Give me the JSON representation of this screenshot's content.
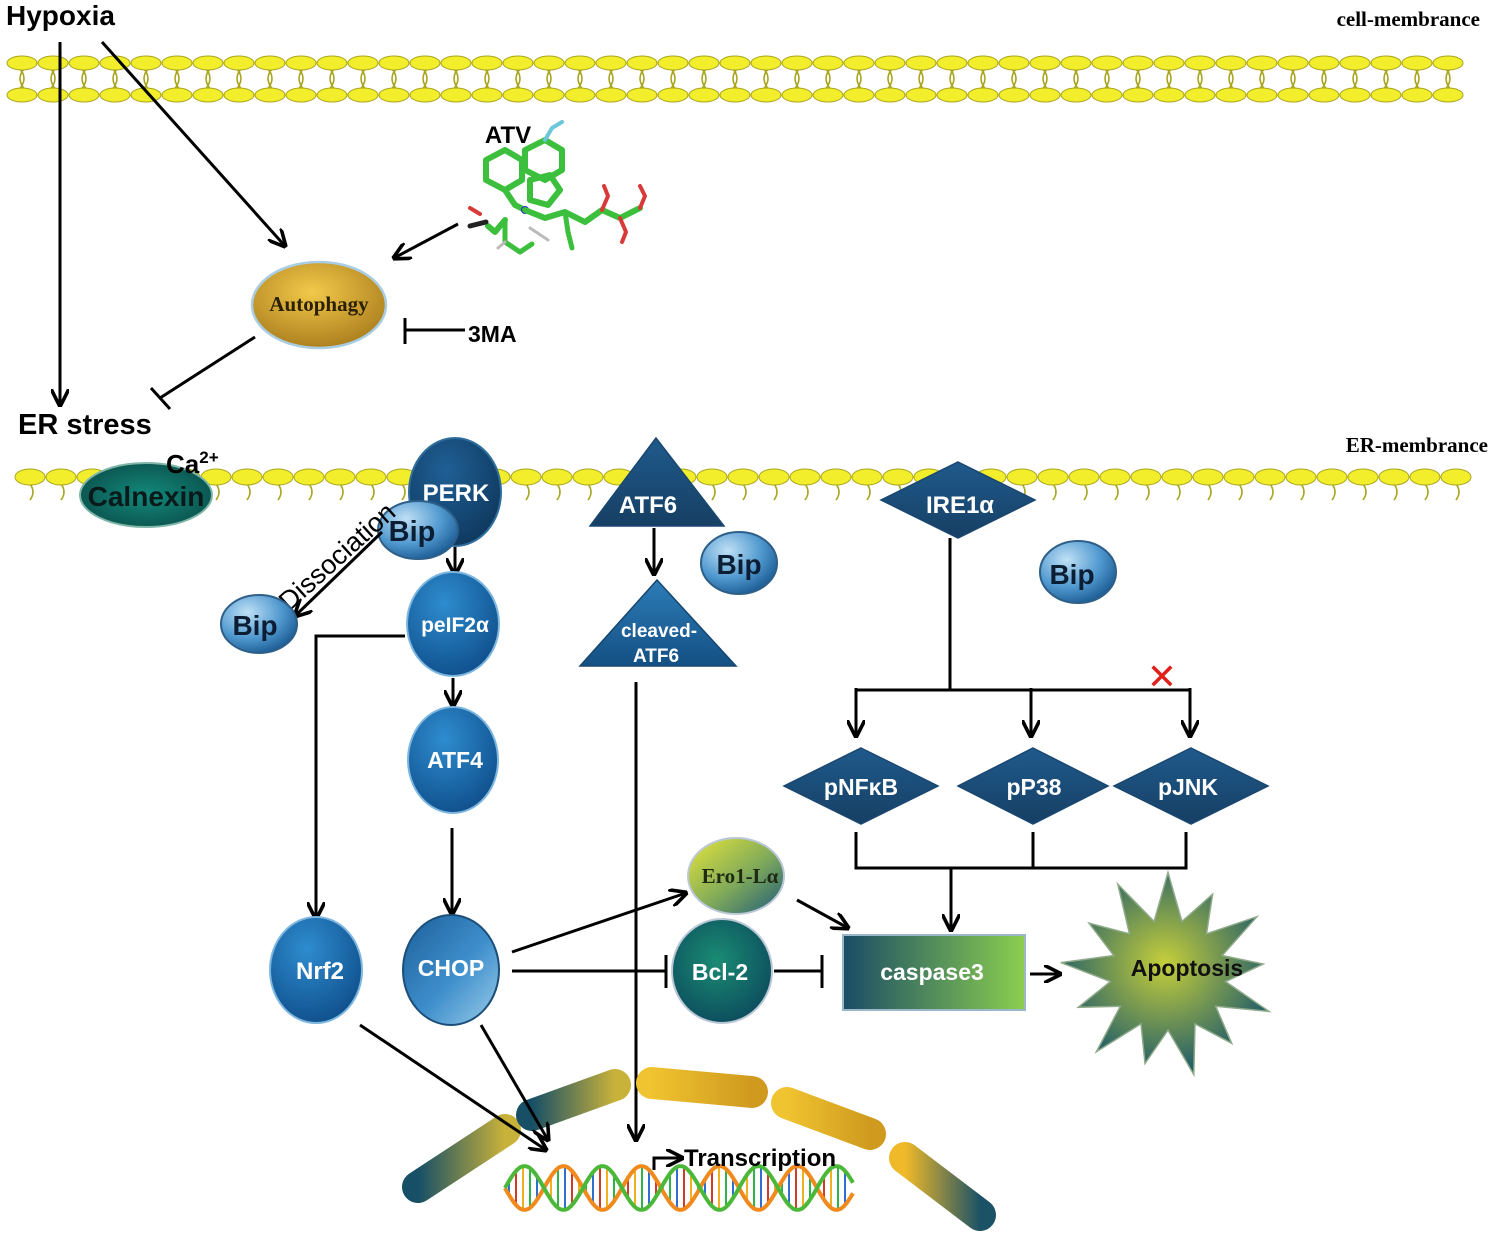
{
  "labels": {
    "hypoxia": "Hypoxia",
    "cell_membrane": "cell-membrance",
    "er_membrane": "ER-membrance",
    "atv": "ATV",
    "autophagy": "Autophagy",
    "three_ma": "3MA",
    "er_stress": "ER stress",
    "calcium": "Ca",
    "calcium_charge": "2+",
    "calnexin": "Calnexin",
    "perk": "PERK",
    "bip": "Bip",
    "dissociation": "Dissociation",
    "peif2a": "peIF2α",
    "atf4": "ATF4",
    "chop": "CHOP",
    "nrf2": "Nrf2",
    "atf6": "ATF6",
    "cleaved_atf6_line1": "cleaved-",
    "cleaved_atf6_line2": "ATF6",
    "ire1a": "IRE1α",
    "pnfkb": "pNFκB",
    "pp38": "pP38",
    "pjnk": "pJNK",
    "ero1la": "Ero1-Lα",
    "bcl2": "Bcl-2",
    "caspase3": "caspase3",
    "apoptosis": "Apoptosis",
    "transcription": "Transcription",
    "blocked_mark": "✕"
  },
  "icons": {
    "molecule": "atv-molecule-icon",
    "dna": "dna-helix-icon"
  },
  "colors": {
    "membrane_head": "#f2ee2b",
    "membrane_outline": "#a9a51e",
    "node_blue_dark": "#123f66",
    "node_blue_mid": "#1b67a8",
    "node_blue_light": "#8fc4e8",
    "autophagy_gold": "#c99a2e",
    "calnexin_green": "#0f6c62",
    "apoptosis_green": "#7ba35a",
    "caspase_teal": "#1f5a6a",
    "block_red": "#e0201b",
    "arrow": "#000000"
  }
}
